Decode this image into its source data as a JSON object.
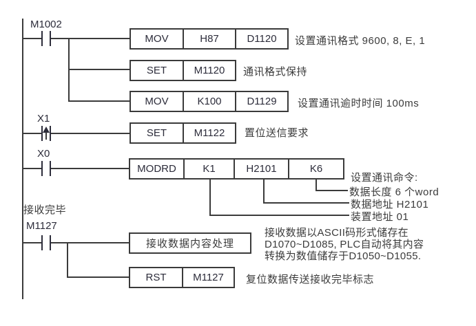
{
  "labels": {
    "m1002": "M1002",
    "x1": "X1",
    "x0": "X0",
    "receive_done": "接收完毕",
    "m1127": "M1127"
  },
  "instructions": {
    "mov1": {
      "op": "MOV",
      "a1": "H87",
      "a2": "D1120"
    },
    "set1": {
      "op": "SET",
      "a1": "M1120"
    },
    "mov2": {
      "op": "MOV",
      "a1": "K100",
      "a2": "D1129"
    },
    "set2": {
      "op": "SET",
      "a1": "M1122"
    },
    "modrd": {
      "op": "MODRD",
      "a1": "K1",
      "a2": "H2101",
      "a3": "K6"
    },
    "process": {
      "op": "接收数据内容处理"
    },
    "rst": {
      "op": "RST",
      "a1": "M1127"
    }
  },
  "comments": {
    "format": "设置通讯格式 9600, 8, E, 1",
    "keep": "通讯格式保持",
    "timeout": "设置通讯逾时时间 100ms",
    "send_request": "置位送信要求",
    "cmd_title": "设置通讯命令:",
    "cmd_len": "数据长度 6 个word",
    "cmd_addr": "数据地址 H2101",
    "cmd_dev": "装置地址 01",
    "ascii1": "接收数据以ASCII码形式储存在",
    "ascii2": "D1070~D1085, PLC自动将其内容",
    "ascii3": "转换为数值储存于D1050~D1055.",
    "reset": "复位数据传送接收完毕标志"
  },
  "colors": {
    "line": "#3a3a3a",
    "text": "#2c2c3a",
    "background": "#ffffff"
  }
}
